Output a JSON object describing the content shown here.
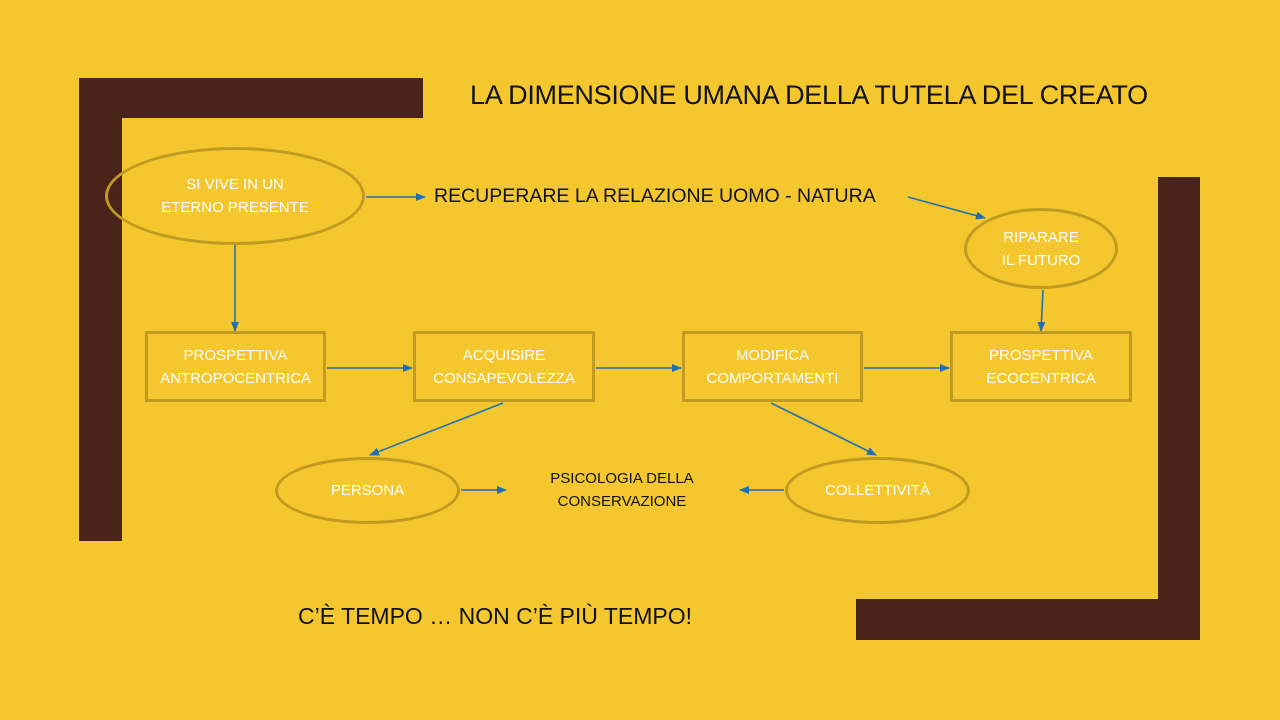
{
  "title": "LA DIMENSIONE UMANA DELLA TUTELA DEL CREATO",
  "relation_label": "RECUPERARE LA RELAZIONE UOMO - NATURA",
  "nodes": {
    "eterno": [
      "SI VIVE IN UN",
      "ETERNO PRESENTE"
    ],
    "riparare": [
      "RIPARARE",
      "IL FUTURO"
    ],
    "antropocentrica": [
      "PROSPETTIVA",
      "ANTROPOCENTRICA"
    ],
    "consapevolezza": [
      "ACQUISIRE",
      "CONSAPEVOLEZZA"
    ],
    "comportamenti": [
      "MODIFICA",
      "COMPORTAMENTI"
    ],
    "ecocentrica": [
      "PROSPETTIVA",
      "ECOCENTRICA"
    ],
    "persona": "PERSONA",
    "collettivita": "COLLETTIVITÀ",
    "psicologia": [
      "PSICOLOGIA DELLA",
      "CONSERVAZIONE"
    ]
  },
  "footer": "C’È TEMPO … NON C’È PIÙ TEMPO!",
  "colors": {
    "background": "#F4C72E",
    "frame": "#4A2418",
    "node_border": "#C19A21",
    "arrow": "#1F6FB5",
    "node_text": "#FFFFFF"
  }
}
